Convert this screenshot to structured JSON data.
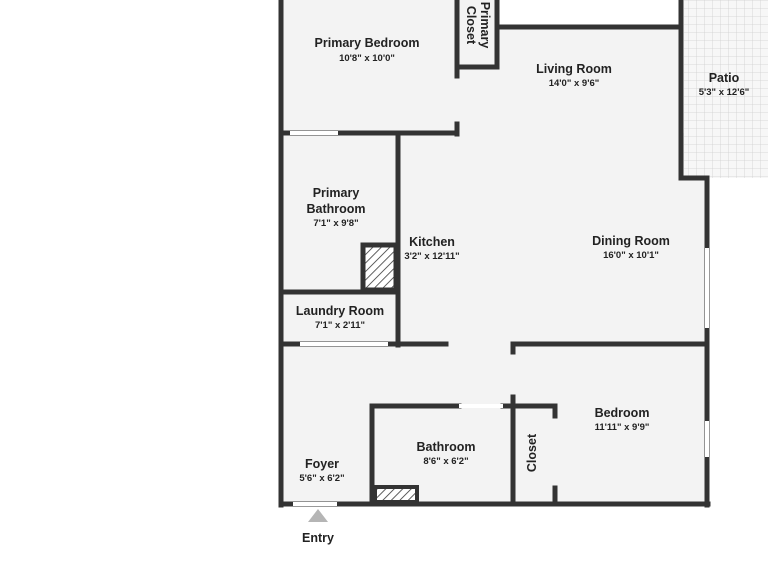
{
  "colors": {
    "wall": "#333333",
    "floor": "#f3f3f3",
    "window": "#ffffff",
    "patio_tile": "#f7f7f7",
    "patio_grid": "#d0d0d0",
    "hatch": "#333333",
    "entry_marker": "#b5b5b5"
  },
  "rooms": {
    "primary_bedroom": {
      "name": "Primary Bedroom",
      "dims": "10'8\" x 10'0\""
    },
    "primary_closet": {
      "name_line1": "Primary",
      "name_line2": "Closet"
    },
    "living_room": {
      "name": "Living Room",
      "dims": "14'0\" x 9'6\""
    },
    "patio": {
      "name": "Patio",
      "dims": "5'3\" x 12'6\""
    },
    "primary_bathroom": {
      "name_line1": "Primary",
      "name_line2": "Bathroom",
      "dims": "7'1\" x 9'8\""
    },
    "kitchen": {
      "name": "Kitchen",
      "dims": "3'2\" x 12'11\""
    },
    "dining_room": {
      "name": "Dining Room",
      "dims": "16'0\" x 10'1\""
    },
    "laundry_room": {
      "name": "Laundry Room",
      "dims": "7'1\" x 2'11\""
    },
    "bedroom": {
      "name": "Bedroom",
      "dims": "11'11\" x 9'9\""
    },
    "bathroom": {
      "name": "Bathroom",
      "dims": "8'6\" x 6'2\""
    },
    "closet": {
      "name": "Closet"
    },
    "foyer": {
      "name": "Foyer",
      "dims": "5'6\" x 6'2\""
    }
  },
  "entry": {
    "label": "Entry"
  }
}
